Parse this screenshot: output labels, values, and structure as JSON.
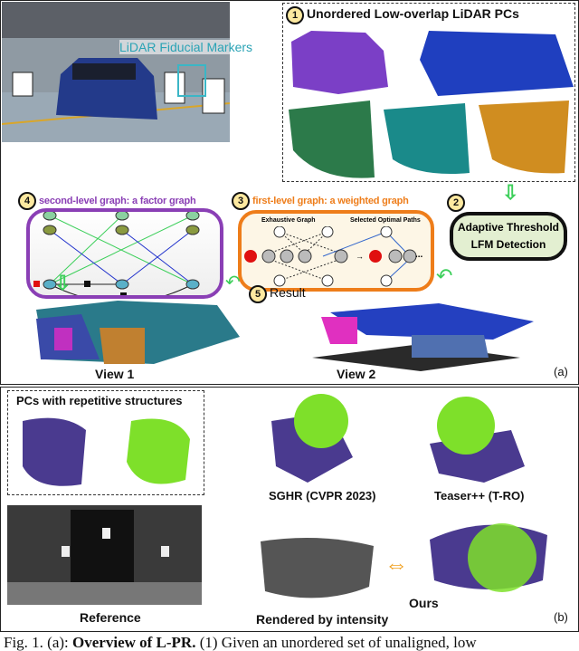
{
  "panel_a": {
    "photo_label": "LiDAR Fiducial Markers",
    "step1": {
      "num": "1",
      "label": "Unordered Low-overlap LiDAR PCs"
    },
    "step2": {
      "num": "2",
      "label_line1": "Adaptive Threshold",
      "label_line2": "LFM Detection"
    },
    "step3": {
      "num": "3",
      "label": "first-level graph: a weighted graph",
      "left_title": "Exhaustive Graph",
      "right_title": "Selected Optimal Paths",
      "ellipsis": "..."
    },
    "step4": {
      "num": "4",
      "label": "second-level graph: a factor graph"
    },
    "step5": {
      "num": "5",
      "label": "Result"
    },
    "view1": "View 1",
    "view2": "View 2",
    "tag": "(a)"
  },
  "panel_b": {
    "repetitive_label": "PCs with repetitive structures",
    "sghr": "SGHR (CVPR 2023)",
    "teaser": "Teaser++ (T-RO)",
    "ours": "Ours",
    "reference": "Reference",
    "rendered": "Rendered by intensity",
    "tag": "(b)"
  },
  "caption": {
    "prefix": "Fig. 1.  (a): ",
    "bold": "Overview of L-PR.",
    "rest": " (1) Given an unordered set of unaligned, low"
  },
  "colors": {
    "purple": "#8a3fb5",
    "orange": "#ee7d1a",
    "green": "#3ccf5a",
    "teal": "#2aa3b5",
    "pc_purple": "#4a3a8f",
    "pc_green": "#7ee02a"
  }
}
